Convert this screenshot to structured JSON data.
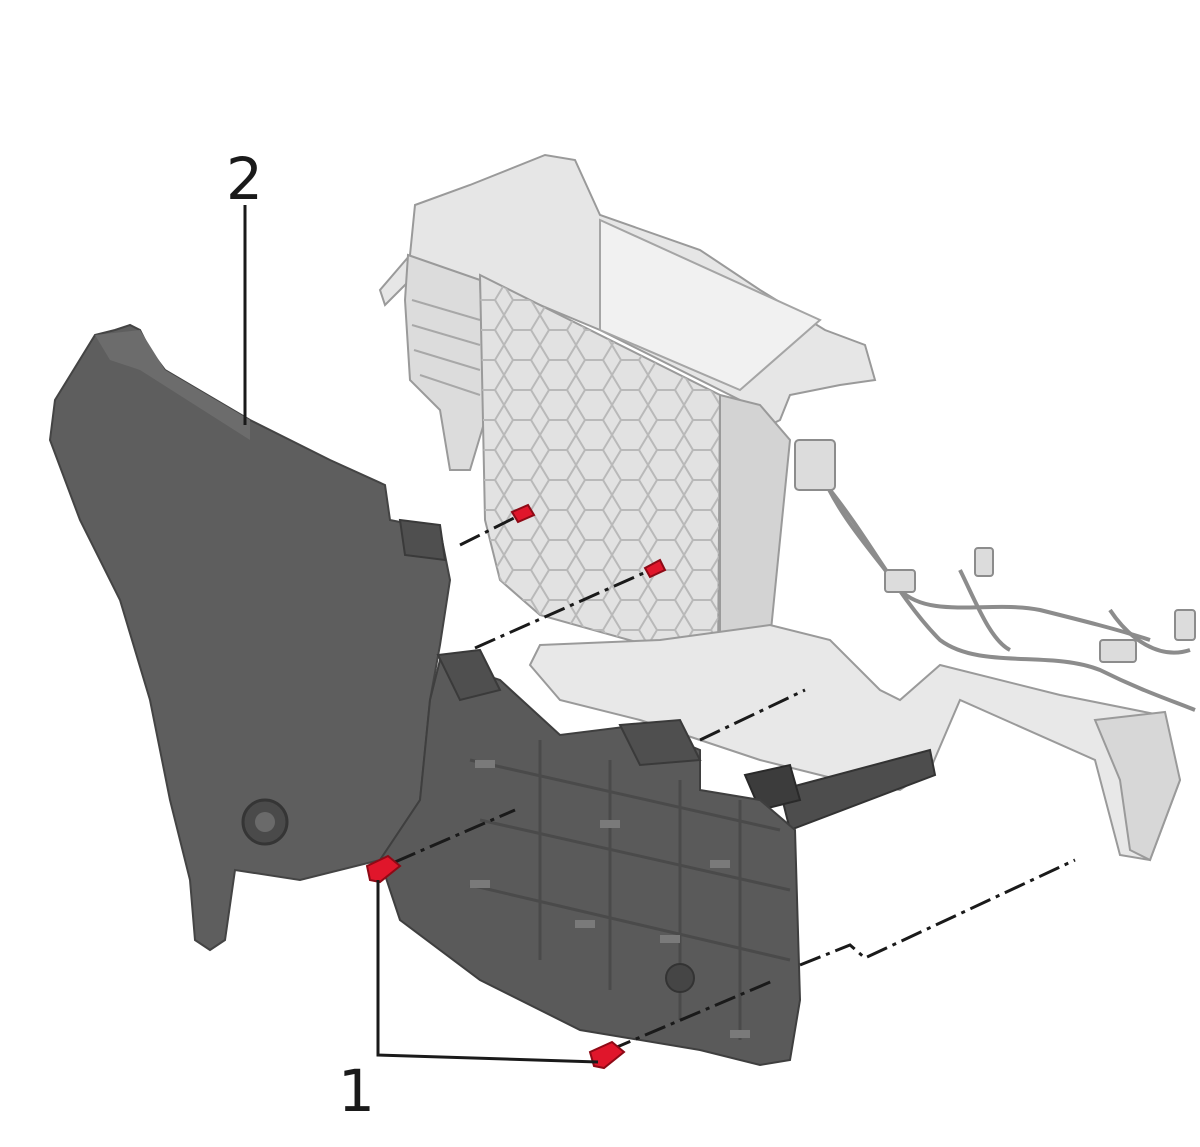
{
  "diagram": {
    "callouts": [
      {
        "id": "1",
        "label": "1"
      },
      {
        "id": "2",
        "label": "2"
      }
    ],
    "colors": {
      "trim_panel": "#5f5f5f",
      "trim_panel_dark": "#4a4a4a",
      "bracket": "#e4e4e4",
      "bracket_shade": "#cfcfcf",
      "outline": "#9a9a9a",
      "clip": "#e0162b",
      "leader": "#1a1a1a"
    }
  }
}
